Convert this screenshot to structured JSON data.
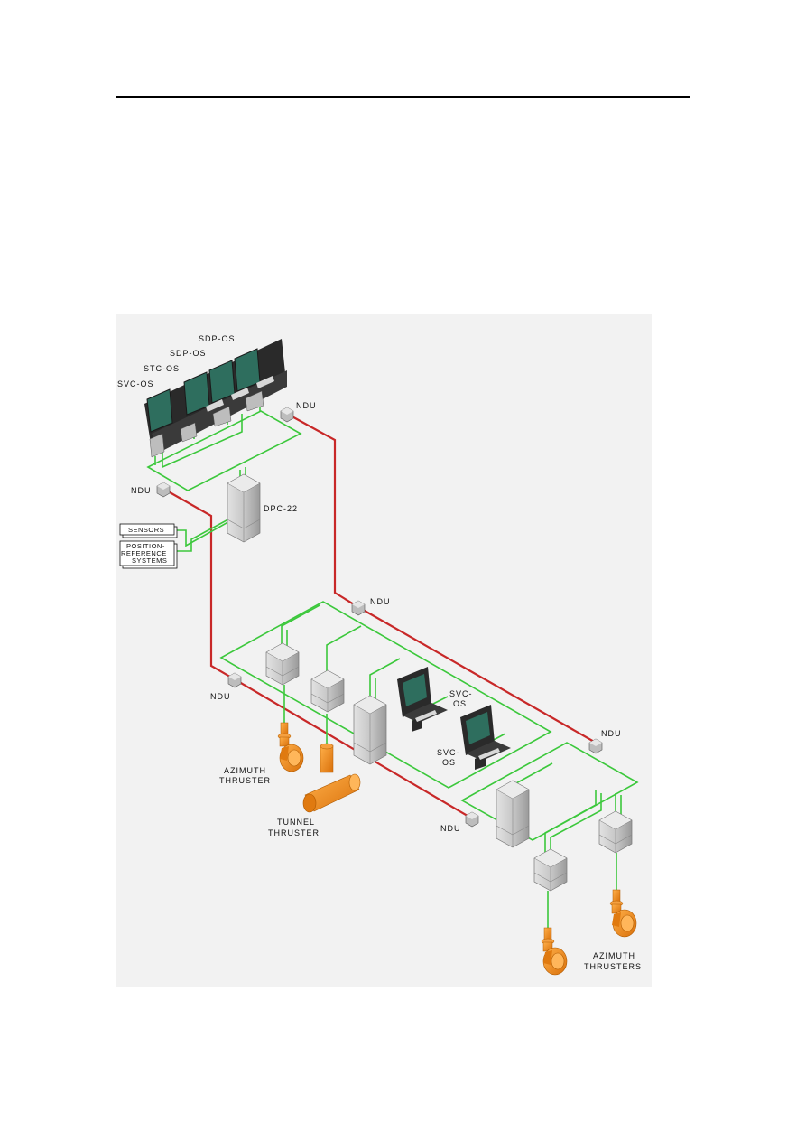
{
  "colors": {
    "network_green": "#3cc83c",
    "backbone_red": "#c82828",
    "thruster_orange": "#f08c1e",
    "cabinet_grey": "#c8c8c8",
    "console_dark": "#2a2a2a",
    "screen_green": "#2e6e5e",
    "figure_bg": "#f2f2f2"
  },
  "console_labels": [
    "SDP-OS",
    "SDP-OS",
    "STC-OS",
    "SVC-OS"
  ],
  "ndu_label": "NDU",
  "controller_label": "DPC-22",
  "sensors_label": "SENSORS",
  "position_reference_label": [
    "POSITION-",
    "REFERENCE",
    "SYSTEMS"
  ],
  "svc_os_label": [
    "SVC-",
    "OS"
  ],
  "azimuth_thruster_label": [
    "AZIMUTH",
    "THRUSTER"
  ],
  "tunnel_thruster_label": [
    "TUNNEL",
    "THRUSTER"
  ],
  "azimuth_thrusters_label": [
    "AZIMUTH",
    "THRUSTERS"
  ]
}
